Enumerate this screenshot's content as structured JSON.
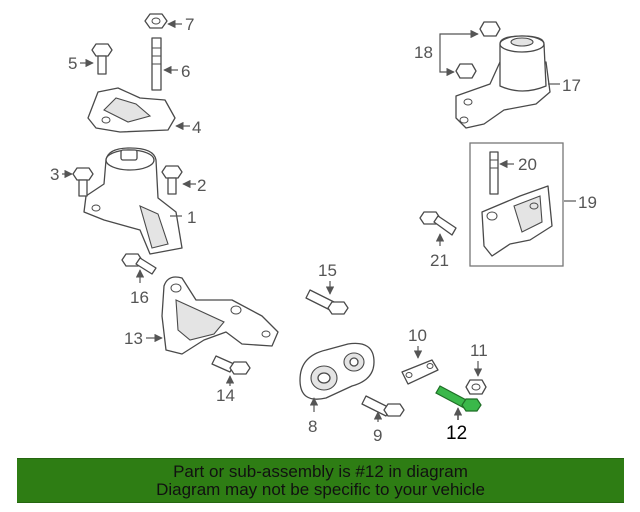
{
  "diagram": {
    "labels": [
      {
        "id": "1",
        "text": "1"
      },
      {
        "id": "2",
        "text": "2"
      },
      {
        "id": "3",
        "text": "3"
      },
      {
        "id": "4",
        "text": "4"
      },
      {
        "id": "5",
        "text": "5"
      },
      {
        "id": "6",
        "text": "6"
      },
      {
        "id": "7",
        "text": "7"
      },
      {
        "id": "8",
        "text": "8"
      },
      {
        "id": "9",
        "text": "9"
      },
      {
        "id": "10",
        "text": "10"
      },
      {
        "id": "11",
        "text": "11"
      },
      {
        "id": "12",
        "text": "12"
      },
      {
        "id": "13",
        "text": "13"
      },
      {
        "id": "14",
        "text": "14"
      },
      {
        "id": "15",
        "text": "15"
      },
      {
        "id": "16",
        "text": "16"
      },
      {
        "id": "17",
        "text": "17"
      },
      {
        "id": "18",
        "text": "18"
      },
      {
        "id": "19",
        "text": "19"
      },
      {
        "id": "20",
        "text": "20"
      },
      {
        "id": "21",
        "text": "21"
      }
    ],
    "highlighted_part": "12",
    "highlight_color": "#3ab84a"
  },
  "banner": {
    "line1": "Part or sub-assembly is #12 in diagram",
    "line2": "Diagram may not be specific to your vehicle",
    "background": "#2e7d14"
  }
}
